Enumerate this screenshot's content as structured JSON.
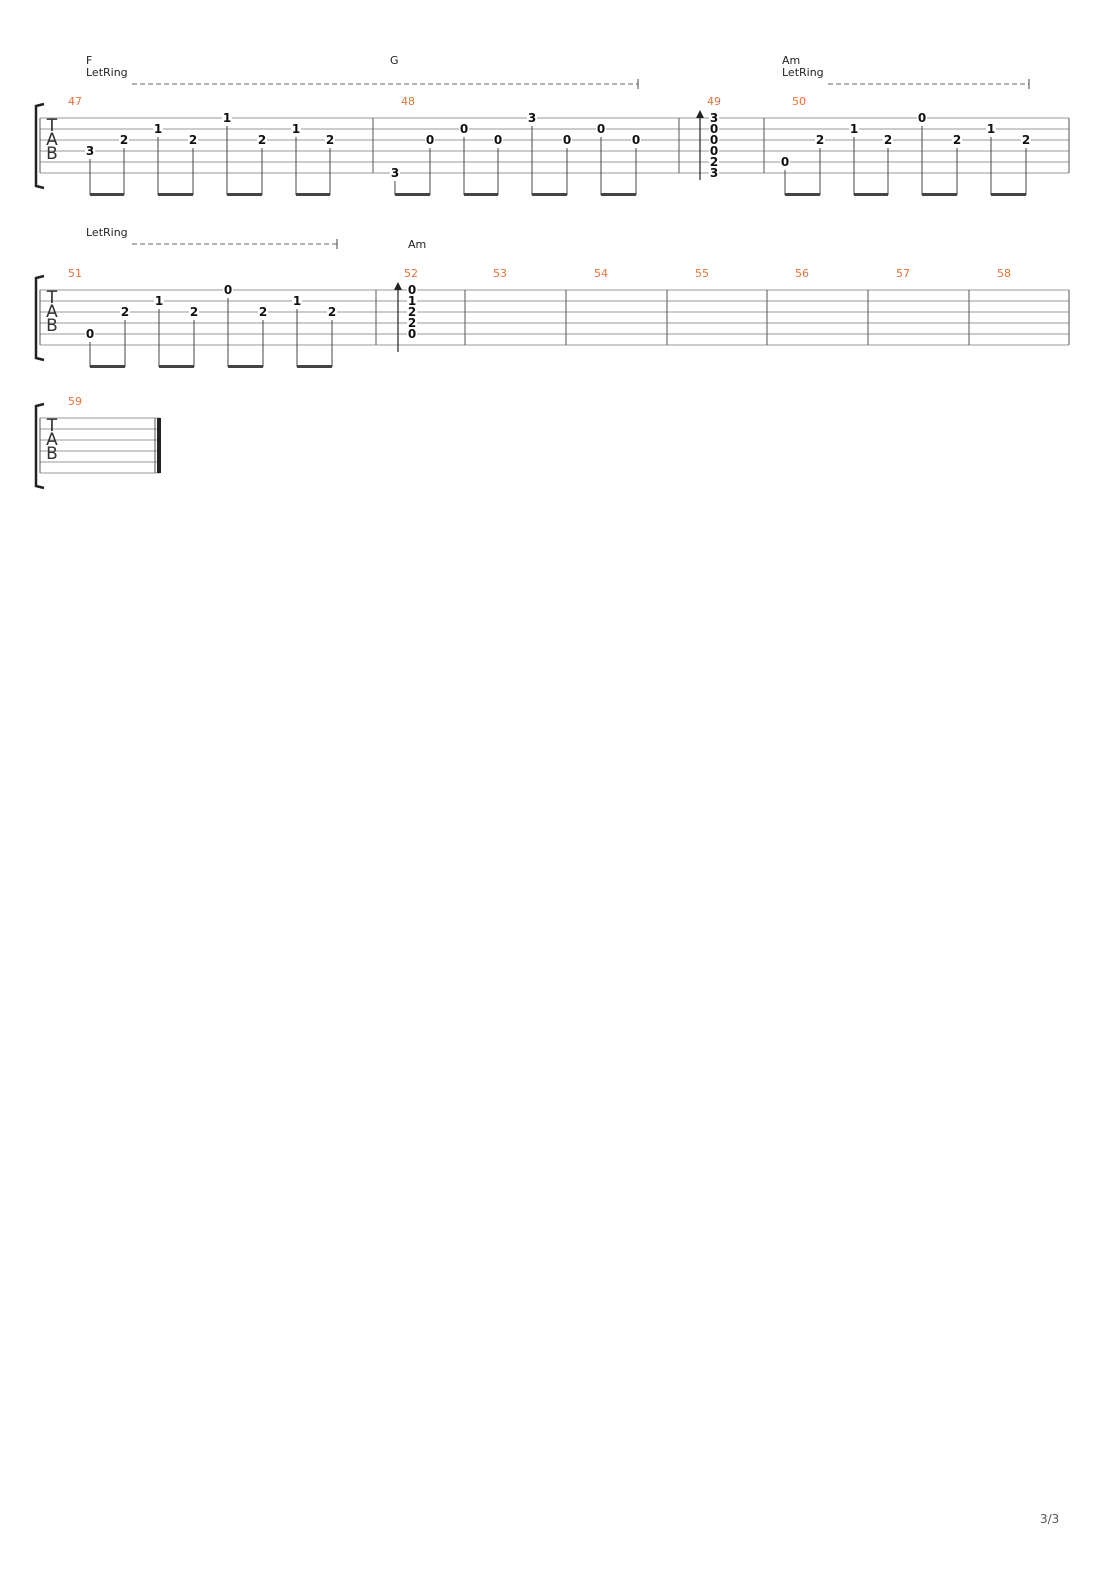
{
  "document": {
    "type": "guitar tablature page"
  },
  "footer": {
    "page_indicator": "3/3"
  },
  "colors": {
    "measure_number": "#e8733a",
    "staff_line": "#9a9a9a",
    "text": "#222222"
  },
  "systems": [
    {
      "clef": [
        "T",
        "A",
        "B"
      ],
      "annotations": [
        {
          "chord": "F",
          "letring": "LetRing"
        },
        {
          "chord": "G"
        },
        {
          "chord": "Am",
          "letring": "LetRing"
        }
      ],
      "measures": [
        {
          "number": "47",
          "notes": [
            {
              "string": 4,
              "fret": "3"
            },
            {
              "string": 3,
              "fret": "2"
            },
            {
              "string": 2,
              "fret": "1"
            },
            {
              "string": 3,
              "fret": "2"
            },
            {
              "string": 1,
              "fret": "1"
            },
            {
              "string": 3,
              "fret": "2"
            },
            {
              "string": 2,
              "fret": "1"
            },
            {
              "string": 3,
              "fret": "2"
            }
          ]
        },
        {
          "number": "48",
          "notes": [
            {
              "string": 6,
              "fret": "3"
            },
            {
              "string": 3,
              "fret": "0"
            },
            {
              "string": 2,
              "fret": "0"
            },
            {
              "string": 3,
              "fret": "0"
            },
            {
              "string": 1,
              "fret": "3"
            },
            {
              "string": 3,
              "fret": "0"
            },
            {
              "string": 2,
              "fret": "0"
            },
            {
              "string": 3,
              "fret": "0"
            }
          ]
        },
        {
          "number": "49",
          "strum_chord": [
            "3",
            "0",
            "0",
            "0",
            "2",
            "3"
          ]
        },
        {
          "number": "50",
          "notes": [
            {
              "string": 5,
              "fret": "0"
            },
            {
              "string": 3,
              "fret": "2"
            },
            {
              "string": 2,
              "fret": "1"
            },
            {
              "string": 3,
              "fret": "2"
            },
            {
              "string": 1,
              "fret": "0"
            },
            {
              "string": 3,
              "fret": "2"
            },
            {
              "string": 2,
              "fret": "1"
            },
            {
              "string": 3,
              "fret": "2"
            }
          ]
        }
      ]
    },
    {
      "clef": [
        "T",
        "A",
        "B"
      ],
      "annotations": [
        {
          "letring": "LetRing"
        },
        {
          "chord": "Am"
        }
      ],
      "measures": [
        {
          "number": "51",
          "notes": [
            {
              "string": 5,
              "fret": "0"
            },
            {
              "string": 3,
              "fret": "2"
            },
            {
              "string": 2,
              "fret": "1"
            },
            {
              "string": 3,
              "fret": "2"
            },
            {
              "string": 1,
              "fret": "0"
            },
            {
              "string": 3,
              "fret": "2"
            },
            {
              "string": 2,
              "fret": "1"
            },
            {
              "string": 3,
              "fret": "2"
            }
          ]
        },
        {
          "number": "52",
          "strum_chord": [
            "0",
            "1",
            "2",
            "2",
            "0"
          ]
        },
        {
          "number": "53"
        },
        {
          "number": "54"
        },
        {
          "number": "55"
        },
        {
          "number": "56"
        },
        {
          "number": "57"
        },
        {
          "number": "58"
        }
      ]
    },
    {
      "clef": [
        "T",
        "A",
        "B"
      ],
      "measures": [
        {
          "number": "59"
        }
      ]
    }
  ]
}
